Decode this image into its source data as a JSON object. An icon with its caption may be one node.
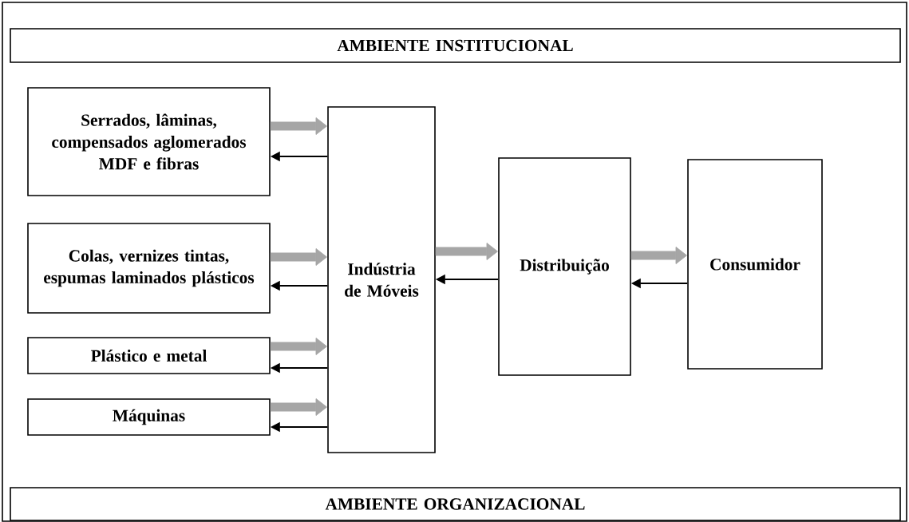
{
  "diagram": {
    "nodes": [
      {
        "text": [
          "AMBIENTE INSTITUCIONAL"
        ]
      },
      {
        "text": [
          "Serrados, lâminas, compensados aglomerados MDF e fibras"
        ]
      },
      {
        "text": [
          "Colas, vernizes tintas, espumas laminados plásticos"
        ]
      },
      {
        "text": [
          "Plástico e metal"
        ]
      },
      {
        "text": [
          "Máquinas"
        ]
      },
      {
        "text": [
          "Indústria de Móveis"
        ]
      },
      {
        "text": [
          "Distribuição"
        ]
      },
      {
        "text": [
          "Consumidor"
        ]
      },
      {
        "text": [
          "AMBIENTE ORGANIZACIONAL"
        ]
      }
    ],
    "edges": [
      {
        "from": 1,
        "to": 5,
        "arrow": "to",
        "style": "thick",
        "color": "#a6a6a6"
      },
      {
        "from": 5,
        "to": 1,
        "arrow": "to",
        "color": "#000000"
      },
      {
        "from": 2,
        "to": 5,
        "arrow": "to",
        "style": "thick",
        "color": "#a6a6a6"
      },
      {
        "from": 5,
        "to": 2,
        "arrow": "to",
        "color": "#000000"
      },
      {
        "from": 3,
        "to": 5,
        "arrow": "to",
        "style": "thick",
        "color": "#a6a6a6"
      },
      {
        "from": 5,
        "to": 3,
        "arrow": "to",
        "color": "#000000"
      },
      {
        "from": 4,
        "to": 5,
        "arrow": "to",
        "style": "thick",
        "color": "#a6a6a6"
      },
      {
        "from": 5,
        "to": 4,
        "arrow": "to",
        "color": "#000000"
      },
      {
        "from": 5,
        "to": 6,
        "arrow": "to",
        "style": "thick",
        "color": "#a6a6a6"
      },
      {
        "from": 6,
        "to": 5,
        "arrow": "to",
        "color": "#000000"
      },
      {
        "from": 6,
        "to": 7,
        "arrow": "to",
        "style": "thick",
        "color": "#a6a6a6"
      },
      {
        "from": 7,
        "to": 6,
        "arrow": "to",
        "color": "#000000"
      }
    ]
  }
}
